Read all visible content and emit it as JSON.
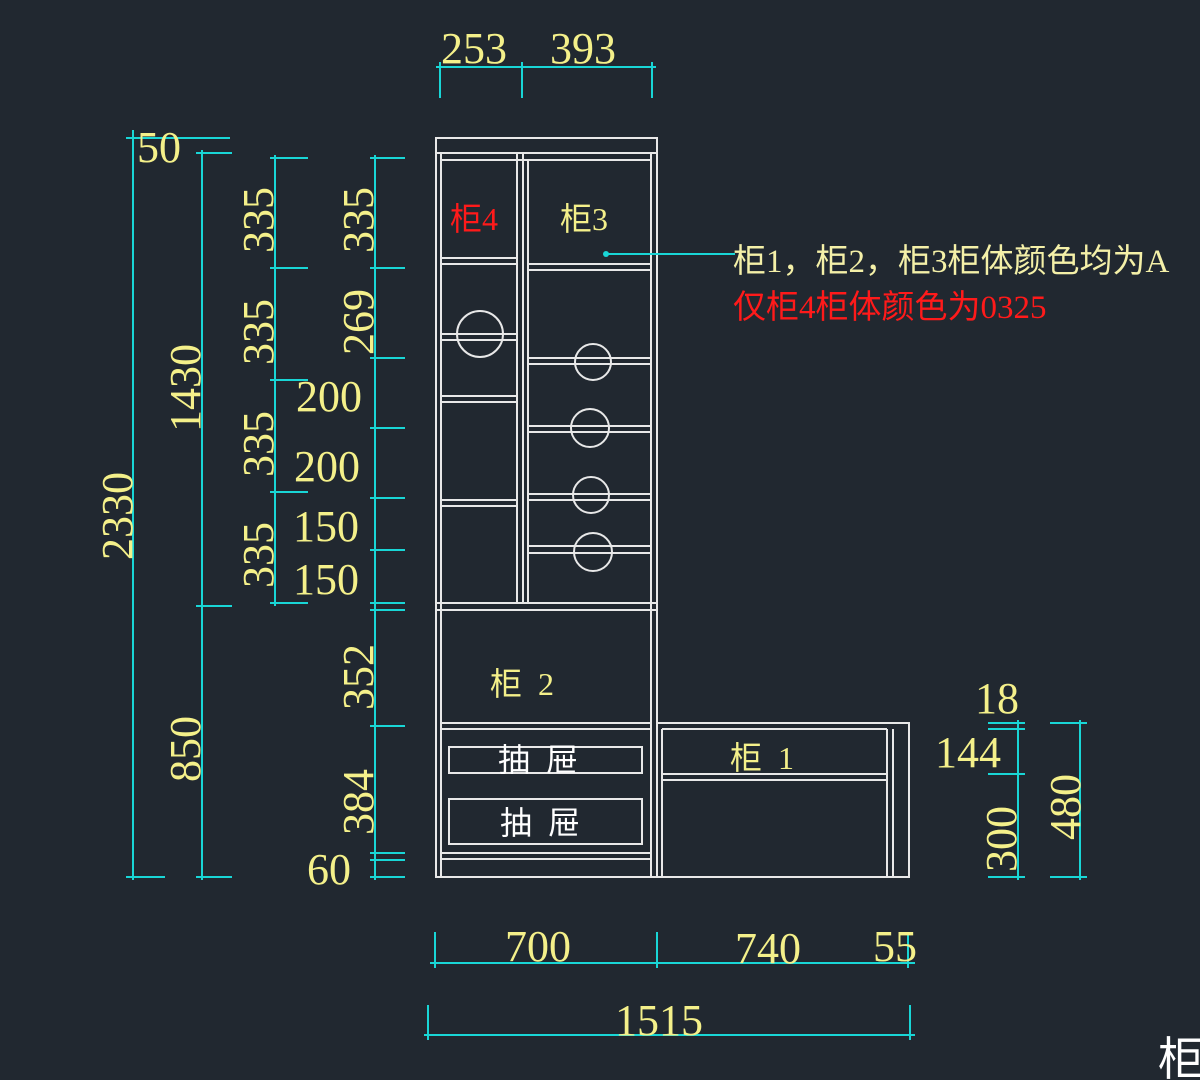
{
  "labels": {
    "cabinet4": "柜4",
    "cabinet3": "柜3",
    "cabinet2": "柜  2",
    "cabinet1": "柜  1",
    "drawer1": "抽  屉",
    "drawer2": "抽  屉",
    "corner": "柜"
  },
  "notes": {
    "line1": "柜1，柜2，柜3柜体颜色均为A",
    "line2": "仅柜4柜体颜色为0325"
  },
  "dimensions": {
    "top": [
      "253",
      "393"
    ],
    "total_height": "2330",
    "top_board": "50",
    "upper_height": "1430",
    "lower_height": "850",
    "left_sections": [
      "335",
      "335",
      "335",
      "335"
    ],
    "right_sections": [
      "335",
      "269",
      "200",
      "200",
      "150",
      "150",
      "352",
      "384",
      "60"
    ],
    "bottom": [
      "700",
      "740",
      "55"
    ],
    "overall_width": "1515",
    "right_side": [
      "18",
      "144",
      "300",
      "480"
    ]
  },
  "colors": {
    "background": "#212830",
    "dimension": "#19d6d6",
    "text": "#f4f08a",
    "highlight": "#ff1a1a"
  }
}
